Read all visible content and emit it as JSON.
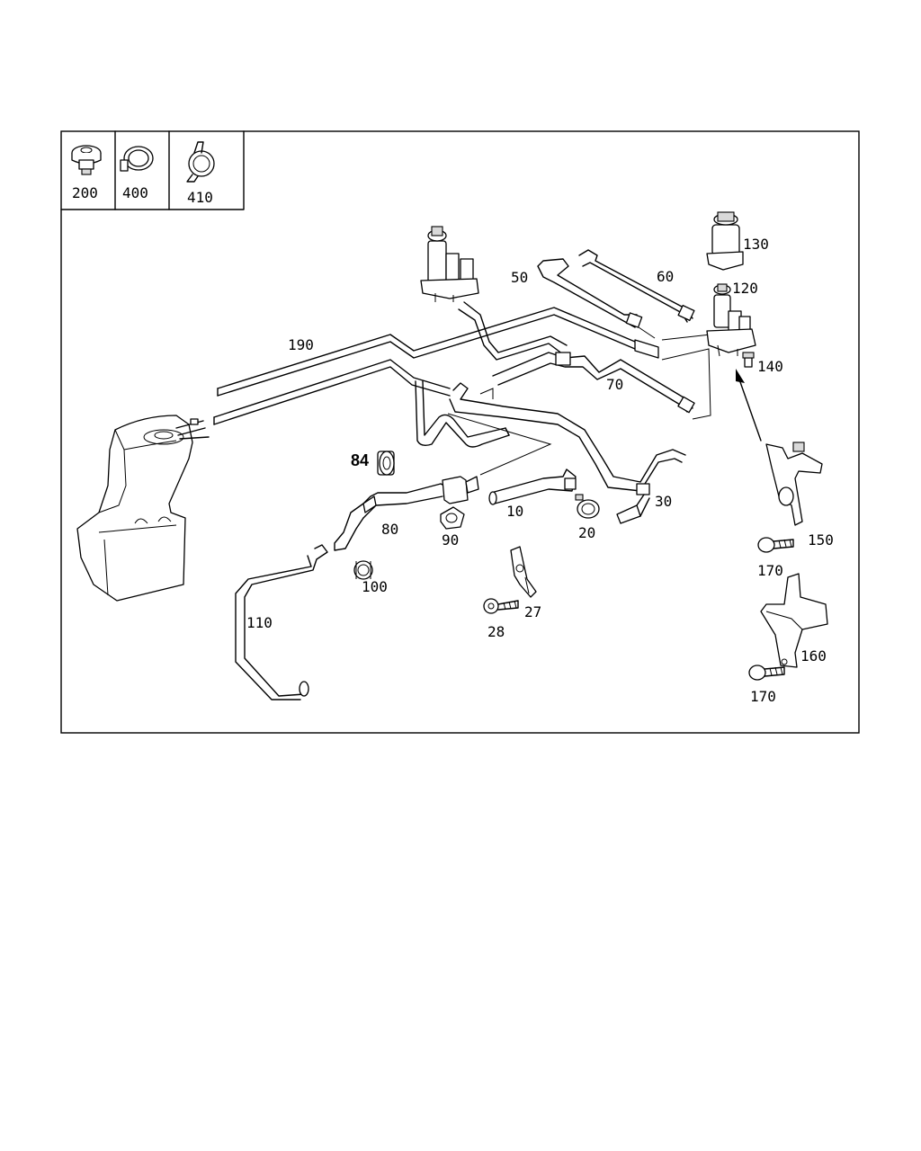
{
  "legend": {
    "items": [
      {
        "number": "200",
        "icon": "hose-connector-icon"
      },
      {
        "number": "400",
        "icon": "hose-clamp-icon"
      },
      {
        "number": "410",
        "icon": "spring-clamp-icon"
      }
    ]
  },
  "callouts": {
    "p10": "10",
    "p20": "20",
    "p27": "27",
    "p28": "28",
    "p30": "30",
    "p50": "50",
    "p60": "60",
    "p70": "70",
    "p80": "80",
    "p84": "84",
    "p90": "90",
    "p100": "100",
    "p110": "110",
    "p120": "120",
    "p130": "130",
    "p140": "140",
    "p150": "150",
    "p160": "160",
    "p170a": "170",
    "p170b": "170",
    "p190": "190"
  }
}
